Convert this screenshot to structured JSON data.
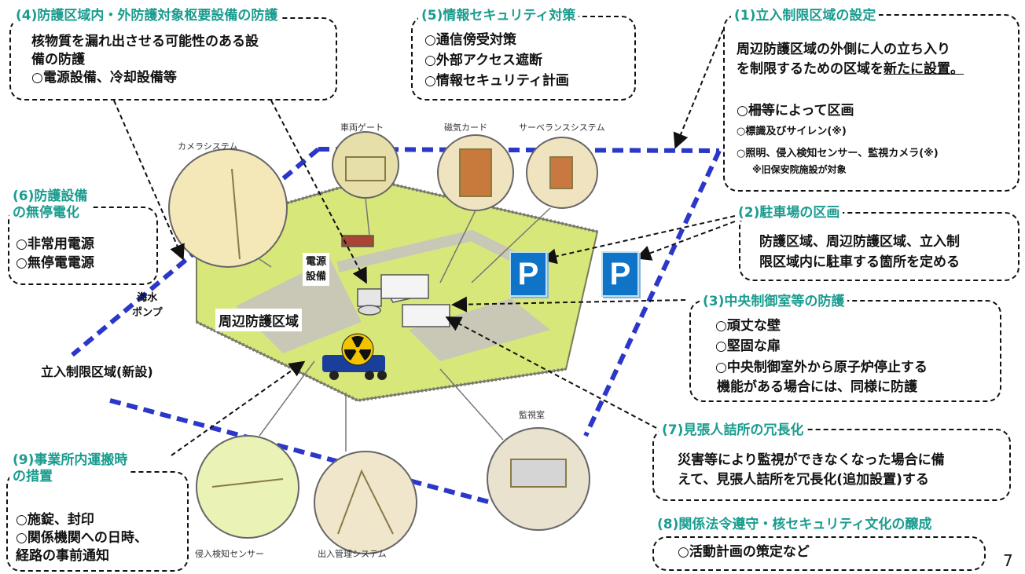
{
  "page_number": "7",
  "colors": {
    "title_teal": "#1a9c8f",
    "boundary_blue": "#2a37c8",
    "parking_blue": "#0f74c8",
    "lawn_green": "#d8e77a"
  },
  "illustration": {
    "area_labels": {
      "peripheral_zone": "周辺防護区域",
      "restricted_zone": "立入制限区域(新設)",
      "power": "電源\n設備",
      "seawater": "海水\nポンプ"
    },
    "captions": {
      "camera": "カメラシステム",
      "gate": "車両ゲート",
      "magcard": "磁気カード",
      "surveillance": "サーベランスシステム",
      "monitor_room": "監視室",
      "intrusion": "侵入検知センサー",
      "access": "出入管理システム"
    },
    "parking_symbol": "P"
  },
  "items": {
    "i1": {
      "title": "(1)立入制限区域の設定",
      "lines": [
        "周辺防護区域の外側に人の立ち入り",
        "を制限するための区域を"
      ],
      "underlined": "新たに設置。",
      "bullets": [
        "○柵等によって区画",
        "○標識及びサイレン(※)",
        "○照明、侵入検知センサー、監視カメラ(※)",
        "※旧保安院施設が対象"
      ]
    },
    "i2": {
      "title": "(2)駐車場の区画",
      "lines": [
        "防護区域、周辺防護区域、立入制",
        "限区域内に駐車する箇所を定める"
      ]
    },
    "i3": {
      "title": "(3)中央制御室等の防護",
      "lines": [
        "○頑丈な壁",
        "○堅固な扉",
        "○中央制御室外から原子炉停止する",
        "機能がある場合には、同様に防護"
      ]
    },
    "i4": {
      "title": "(4)防護区域内・外防護対象枢要設備の防護",
      "lines": [
        "核物質を漏れ出させる可能性のある設",
        "備の防護",
        "○電源設備、冷却設備等"
      ]
    },
    "i5": {
      "title": "(5)情報セキュリティ対策",
      "lines": [
        "○通信傍受対策",
        "○外部アクセス遮断",
        "○情報セキュリティ計画"
      ]
    },
    "i6": {
      "title": "(6)防護設備\nの無停電化",
      "lines": [
        "○非常用電源",
        "○無停電電源"
      ]
    },
    "i7": {
      "title": "(7)見張人詰所の冗長化",
      "lines": [
        "災害等により監視ができなくなった場合に備",
        "えて、見張人詰所を冗長化(追加設置)する"
      ]
    },
    "i8": {
      "title": "(8)関係法令遵守・核セキュリティ文化の醸成",
      "lines": [
        "○活動計画の策定など"
      ]
    },
    "i9": {
      "title": "(9)事業所内運搬時\nの措置",
      "lines": [
        "○施錠、封印",
        "○関係機関への日時、",
        "経路の事前通知"
      ]
    }
  }
}
